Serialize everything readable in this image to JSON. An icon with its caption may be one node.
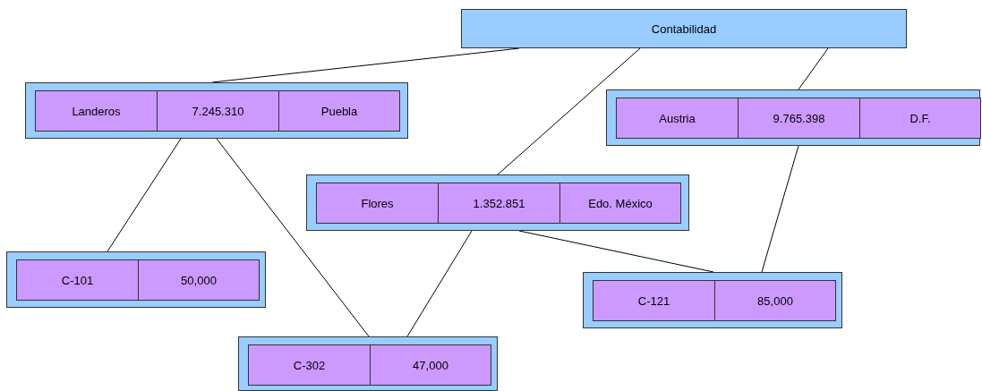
{
  "diagram": {
    "nodes": [
      {
        "text": [
          "Contabilidad"
        ]
      },
      {
        "text": [],
        "shape": "box"
      },
      {
        "text": [
          "Landeros"
        ],
        "in": 1
      },
      {
        "text": [
          "7.245.310"
        ],
        "in": 1
      },
      {
        "text": [
          "Puebla"
        ],
        "in": 1
      },
      {
        "text": [],
        "shape": "box"
      },
      {
        "text": [
          "Austria"
        ],
        "in": 5
      },
      {
        "text": [
          "9.765.398"
        ],
        "in": 5
      },
      {
        "text": [
          "D.F."
        ],
        "in": 5
      },
      {
        "text": [],
        "shape": "box"
      },
      {
        "text": [
          "Flores"
        ],
        "in": 9
      },
      {
        "text": [
          "1.352.851"
        ],
        "in": 9
      },
      {
        "text": [
          "Edo. México"
        ],
        "in": 9
      },
      {
        "text": [],
        "shape": "box"
      },
      {
        "text": [
          "C-101"
        ],
        "in": 13
      },
      {
        "text": [
          "50,000"
        ],
        "in": 13
      },
      {
        "text": [],
        "shape": "box"
      },
      {
        "text": [
          "C-121"
        ],
        "in": 16
      },
      {
        "text": [
          "85,000"
        ],
        "in": 16
      },
      {
        "text": [],
        "shape": "box"
      },
      {
        "text": [
          "C-302"
        ],
        "in": 19
      },
      {
        "text": [
          "47,000"
        ],
        "in": 19
      }
    ],
    "edges": [
      {
        "from": 0,
        "to": 1,
        "arrow": "none"
      },
      {
        "from": 0,
        "to": 9,
        "arrow": "none"
      },
      {
        "from": 0,
        "to": 5,
        "arrow": "none"
      },
      {
        "from": 1,
        "to": 13,
        "arrow": "none"
      },
      {
        "from": 1,
        "to": 19,
        "arrow": "none"
      },
      {
        "from": 5,
        "to": 16,
        "arrow": "none"
      },
      {
        "from": 9,
        "to": 16,
        "arrow": "none"
      },
      {
        "from": 9,
        "to": 19,
        "arrow": "none"
      }
    ]
  }
}
